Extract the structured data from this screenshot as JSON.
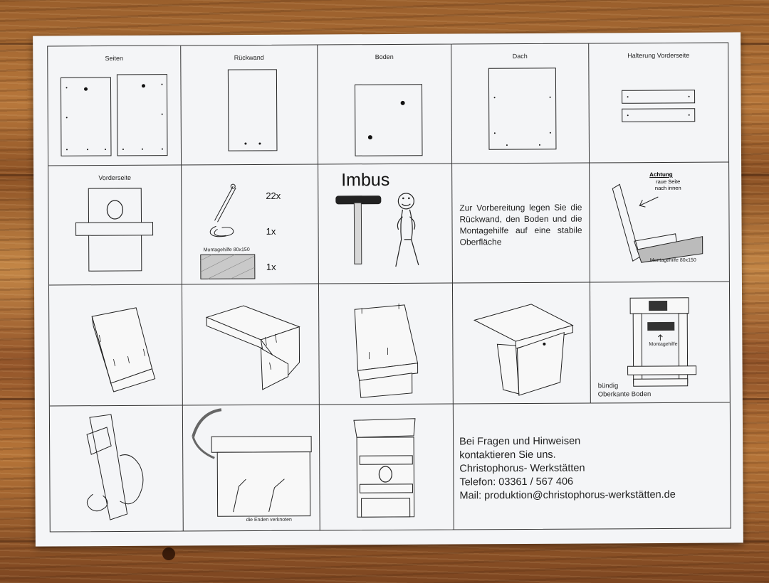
{
  "labels": {
    "seiten": "Seiten",
    "rueckwand": "Rückwand",
    "boden": "Boden",
    "dach": "Dach",
    "halterung": "Halterung Vorderseite",
    "vorderseite": "Vorderseite"
  },
  "parts": {
    "count_screws": "22x",
    "count_wire": "1x",
    "count_aid": "1x",
    "aid_label": "Montagehilfe 80x150",
    "imbus": "Imbus"
  },
  "prep_text": "Zur Vorbereitung legen Sie die Rückwand, den Boden und die Montagehilfe auf eine stabile Oberfläche",
  "achtung": {
    "title": "Achtung",
    "line1": "raue Seite",
    "line2": "nach innen",
    "aid_label": "Montagehilfe 80x150"
  },
  "step_labels": {
    "montagehilfe": "Montagehilfe",
    "buendig_1": "bündig",
    "buendig_2": "Oberkante Boden",
    "enden": "die Enden verknoten"
  },
  "contact": {
    "line1": "Bei Fragen und Hinweisen",
    "line2": "kontaktieren Sie uns.",
    "line3": "Christophorus- Werkstätten",
    "line4": "Telefon: 03361 / 567 406",
    "line5": "Mail: produktion@christophorus-werkstätten.de"
  }
}
